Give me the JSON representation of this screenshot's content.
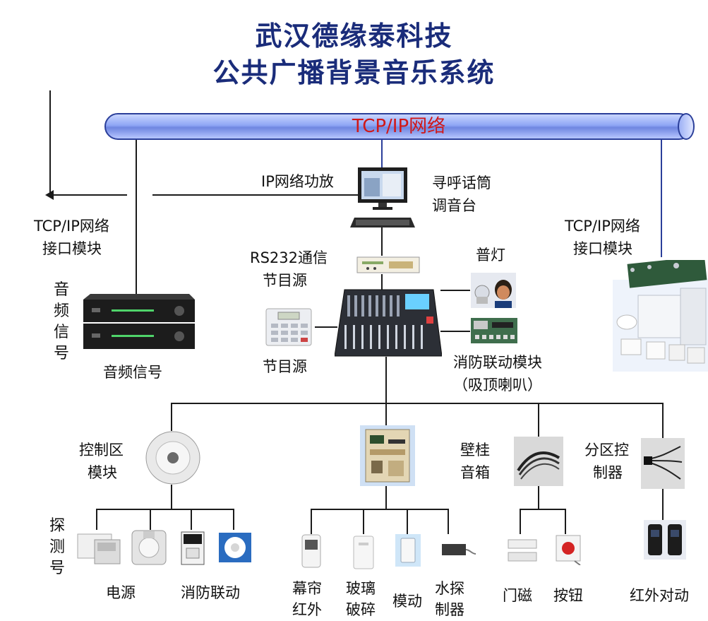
{
  "title": {
    "line1": "武汉德缘泰科技",
    "line2": "公共广播背景音乐系统"
  },
  "network": {
    "label": "TCP/IP网络"
  },
  "labels": {
    "ip_amp": "IP网络功放",
    "paging_mic_1": "寻呼话筒",
    "paging_mic_2": "调音台",
    "tcp_left_1": "TCP/IP网络",
    "tcp_left_2": "接口模块",
    "tcp_right_1": "TCP/IP网络",
    "tcp_right_2": "接口模块",
    "rs232_1": "RS232通信",
    "rs232_2": "节目源",
    "strobe": "普灯",
    "audio_signal_vert": [
      "音",
      "频",
      "信",
      "号"
    ],
    "audio_signal": "音频信号",
    "program_source": "节目源",
    "fire_module_1": "消防联动模块",
    "fire_module_2": "（吸顶喇叭）",
    "control_zone_1": "控制区",
    "control_zone_2": "模块",
    "wall_speaker_1": "壁桂",
    "wall_speaker_2": "音箱",
    "zone_ctrl_1": "分区控",
    "zone_ctrl_2": "制器",
    "detect_vert": [
      "探",
      "测",
      "号"
    ],
    "power": "电源",
    "fire_link": "消防联动",
    "curtain_ir_1": "幕帘",
    "curtain_ir_2": "红外",
    "glass_break_1": "玻璃",
    "glass_break_2": "破碎",
    "module_motion": "模动",
    "water_probe_1": "水探",
    "water_probe_2": "制器",
    "door_magnet": "门磁",
    "button": "按钮",
    "ir_beam": "红外对动"
  },
  "colors": {
    "title": "#1a2c7a",
    "network_text": "#d01818",
    "pipe": "#8fa6f5"
  },
  "icons": [
    "computer-monitor-icon",
    "keyboard-icon",
    "rs232-module-icon",
    "mixer-console-icon",
    "keypad-icon",
    "amplifier-icon",
    "strobe-light-icon",
    "fire-module-board-icon",
    "security-devices-icon",
    "horn-speaker-icon",
    "control-panel-icon",
    "cable-icon",
    "sensor-icon",
    "pir-detector-icon",
    "ceiling-detector-icon",
    "fire-alarm-icon",
    "smoke-detector-icon",
    "curtain-ir-icon",
    "glass-break-icon",
    "motion-icon",
    "water-probe-icon",
    "door-magnet-icon",
    "panic-button-icon",
    "ir-beam-icon"
  ]
}
